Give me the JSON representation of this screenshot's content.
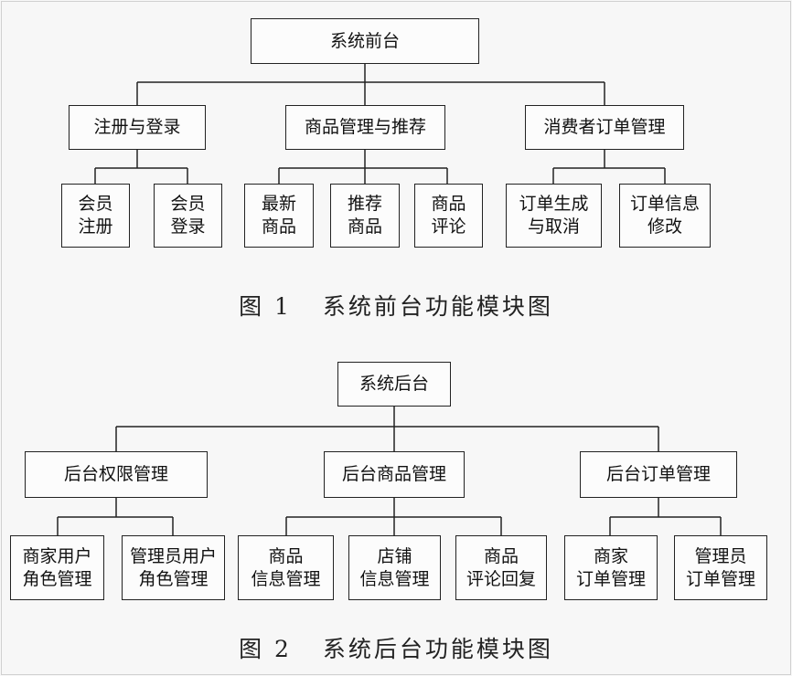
{
  "figure1": {
    "root": "系统前台",
    "groups": [
      {
        "label": "注册与登录",
        "children": [
          [
            "会员",
            "注册"
          ],
          [
            "会员",
            "登录"
          ]
        ]
      },
      {
        "label": "商品管理与推荐",
        "children": [
          [
            "最新",
            "商品"
          ],
          [
            "推荐",
            "商品"
          ],
          [
            "商品",
            "评论"
          ]
        ]
      },
      {
        "label": "消费者订单管理",
        "children": [
          [
            "订单生成",
            "与取消"
          ],
          [
            "订单信息",
            "修改"
          ]
        ]
      }
    ],
    "caption_num": "图 1",
    "caption_title": "系统前台功能模块图"
  },
  "figure2": {
    "root": "系统后台",
    "groups": [
      {
        "label": "后台权限管理",
        "children": [
          [
            "商家用户",
            "角色管理"
          ],
          [
            "管理员用户",
            "角色管理"
          ]
        ]
      },
      {
        "label": "后台商品管理",
        "children": [
          [
            "商品",
            "信息管理"
          ],
          [
            "店铺",
            "信息管理"
          ],
          [
            "商品",
            "评论回复"
          ]
        ]
      },
      {
        "label": "后台订单管理",
        "children": [
          [
            "商家",
            "订单管理"
          ],
          [
            "管理员",
            "订单管理"
          ]
        ]
      }
    ],
    "caption_num": "图 2",
    "caption_title": "系统后台功能模块图"
  }
}
